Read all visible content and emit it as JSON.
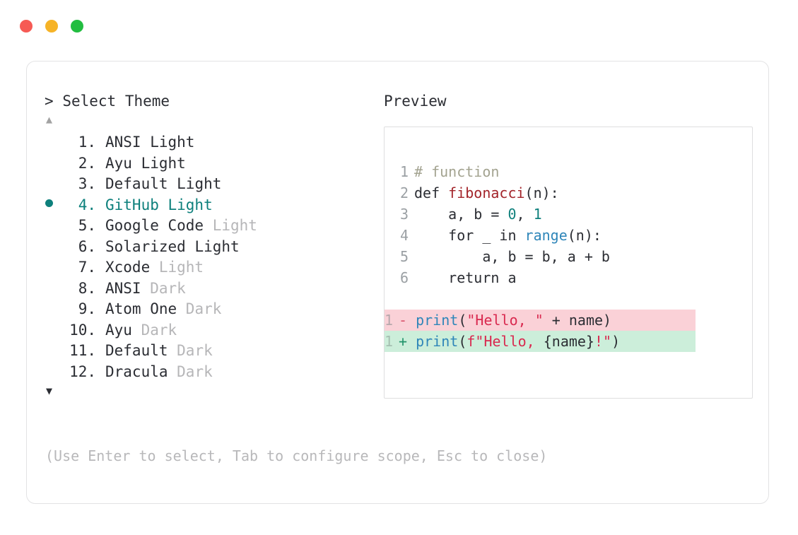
{
  "window": {
    "traffic_lights": [
      {
        "name": "close",
        "color": "#f65a54"
      },
      {
        "name": "minimize",
        "color": "#f6b327"
      },
      {
        "name": "maximize",
        "color": "#22bd40"
      }
    ]
  },
  "selector": {
    "prompt_symbol": ">",
    "title": "Select Theme",
    "scroll_up_glyph": "▲",
    "scroll_down_glyph": "▼",
    "selected_index": 4,
    "items": [
      {
        "index": "1.",
        "name": "ANSI",
        "variant": " Light",
        "variant_muted": false,
        "selected": false
      },
      {
        "index": "2.",
        "name": "Ayu",
        "variant": " Light",
        "variant_muted": false,
        "selected": false
      },
      {
        "index": "3.",
        "name": "Default",
        "variant": " Light",
        "variant_muted": false,
        "selected": false
      },
      {
        "index": "4.",
        "name": "GitHub",
        "variant": " Light",
        "variant_muted": false,
        "selected": true
      },
      {
        "index": "5.",
        "name": "Google Code",
        "variant": " Light",
        "variant_muted": true,
        "selected": false
      },
      {
        "index": "6.",
        "name": "Solarized",
        "variant": " Light",
        "variant_muted": false,
        "selected": false
      },
      {
        "index": "7.",
        "name": "Xcode",
        "variant": " Light",
        "variant_muted": true,
        "selected": false
      },
      {
        "index": "8.",
        "name": "ANSI",
        "variant": " Dark",
        "variant_muted": true,
        "selected": false
      },
      {
        "index": "9.",
        "name": "Atom One",
        "variant": " Dark",
        "variant_muted": true,
        "selected": false
      },
      {
        "index": "10.",
        "name": "Ayu",
        "variant": " Dark",
        "variant_muted": true,
        "selected": false
      },
      {
        "index": "11.",
        "name": "Default",
        "variant": " Dark",
        "variant_muted": true,
        "selected": false
      },
      {
        "index": "12.",
        "name": "Dracula",
        "variant": " Dark",
        "variant_muted": true,
        "selected": false
      }
    ],
    "hint": "(Use Enter to select, Tab to configure scope, Esc to close)"
  },
  "preview": {
    "label": "Preview",
    "code_lines": [
      {
        "n": "1",
        "tokens": [
          {
            "t": "# function",
            "c": "comment"
          }
        ]
      },
      {
        "n": "2",
        "tokens": [
          {
            "t": "def ",
            "c": "plain"
          },
          {
            "t": "fibonacci",
            "c": "fn"
          },
          {
            "t": "(n):",
            "c": "plain"
          }
        ]
      },
      {
        "n": "3",
        "tokens": [
          {
            "t": "    a, b = ",
            "c": "plain"
          },
          {
            "t": "0",
            "c": "num"
          },
          {
            "t": ", ",
            "c": "plain"
          },
          {
            "t": "1",
            "c": "num"
          }
        ]
      },
      {
        "n": "4",
        "tokens": [
          {
            "t": "    for _ in ",
            "c": "plain"
          },
          {
            "t": "range",
            "c": "builtin"
          },
          {
            "t": "(n):",
            "c": "plain"
          }
        ]
      },
      {
        "n": "5",
        "tokens": [
          {
            "t": "        a, b = b, a + b",
            "c": "plain"
          }
        ]
      },
      {
        "n": "6",
        "tokens": [
          {
            "t": "    return a",
            "c": "plain"
          }
        ]
      }
    ],
    "diff_lines": [
      {
        "kind": "del",
        "n": "1",
        "sign": "-",
        "tokens": [
          {
            "t": "print",
            "c": "builtin"
          },
          {
            "t": "(",
            "c": "plain"
          },
          {
            "t": "\"Hello, \"",
            "c": "str"
          },
          {
            "t": " + name)",
            "c": "plain"
          }
        ]
      },
      {
        "kind": "add",
        "n": "1",
        "sign": "+",
        "tokens": [
          {
            "t": "print",
            "c": "builtin"
          },
          {
            "t": "(",
            "c": "plain"
          },
          {
            "t": "f\"Hello, ",
            "c": "str"
          },
          {
            "t": "{name}",
            "c": "plain"
          },
          {
            "t": "!\"",
            "c": "str"
          },
          {
            "t": ")",
            "c": "plain"
          }
        ]
      }
    ],
    "colors": {
      "comment": "#a3a390",
      "function": "#a3242a",
      "number": "#0e807c",
      "builtin": "#2f86b9",
      "string": "#d9294f",
      "plain": "#2b2d33",
      "line_number": "#9ba0a4",
      "diff_del_bg": "#fad1d7",
      "diff_add_bg": "#cceeda",
      "accent": "#0e807c"
    }
  }
}
